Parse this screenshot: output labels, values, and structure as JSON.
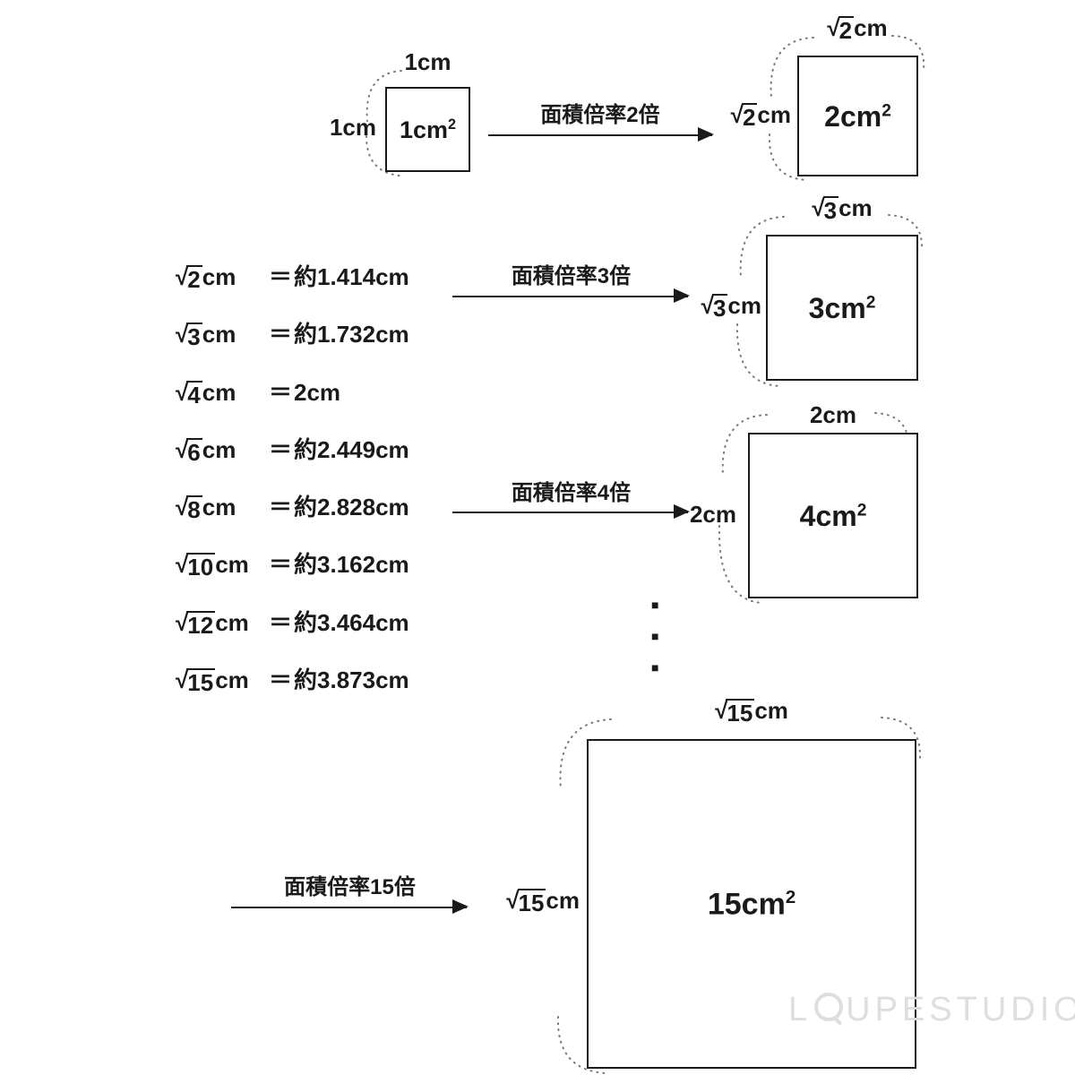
{
  "sections": [
    {
      "name": "ratio-2",
      "arrow_label": "面積倍率2倍",
      "source": {
        "area_base": "1cm",
        "area_sup": "2",
        "side_label": "1cm"
      },
      "target": {
        "area_base": "2cm",
        "area_sup": "2",
        "side_sqrt": "√",
        "side_rad": "2",
        "side_unit": "cm"
      }
    },
    {
      "name": "ratio-3",
      "arrow_label": "面積倍率3倍",
      "target": {
        "area_base": "3cm",
        "area_sup": "2",
        "side_sqrt": "√",
        "side_rad": "3",
        "side_unit": "cm"
      }
    },
    {
      "name": "ratio-4",
      "arrow_label": "面積倍率4倍",
      "target": {
        "area_base": "4cm",
        "area_sup": "2",
        "side_label": "2cm"
      }
    },
    {
      "name": "ratio-15",
      "arrow_label": "面積倍率15倍",
      "target": {
        "area_base": "15cm",
        "area_sup": "2",
        "side_sqrt": "√",
        "side_rad": "15",
        "side_unit": "cm"
      }
    }
  ],
  "equations": [
    {
      "sqrt": "√",
      "rad": "2",
      "unit": "cm",
      "eq": "＝",
      "value": "約1.414cm"
    },
    {
      "sqrt": "√",
      "rad": "3",
      "unit": "cm",
      "eq": "＝",
      "value": "約1.732cm"
    },
    {
      "sqrt": "√",
      "rad": "4",
      "unit": "cm",
      "eq": "＝",
      "value": "2cm"
    },
    {
      "sqrt": "√",
      "rad": "6",
      "unit": "cm",
      "eq": "＝",
      "value": "約2.449cm"
    },
    {
      "sqrt": "√",
      "rad": "8",
      "unit": "cm",
      "eq": "＝",
      "value": "約2.828cm"
    },
    {
      "sqrt": "√",
      "rad": "10",
      "unit": "cm",
      "eq": "＝",
      "value": "約3.162cm"
    },
    {
      "sqrt": "√",
      "rad": "12",
      "unit": "cm",
      "eq": "＝",
      "value": "約3.464cm"
    },
    {
      "sqrt": "√",
      "rad": "15",
      "unit": "cm",
      "eq": "＝",
      "value": "約3.873cm"
    }
  ],
  "icons": {
    "ellipsis_dot": "■"
  },
  "watermark": {
    "prefix": "L",
    "suffix": "UPESTUDIO"
  },
  "colors": {
    "ink": "#1a1a1a",
    "arc": "#777777",
    "watermark": "#dedede"
  }
}
